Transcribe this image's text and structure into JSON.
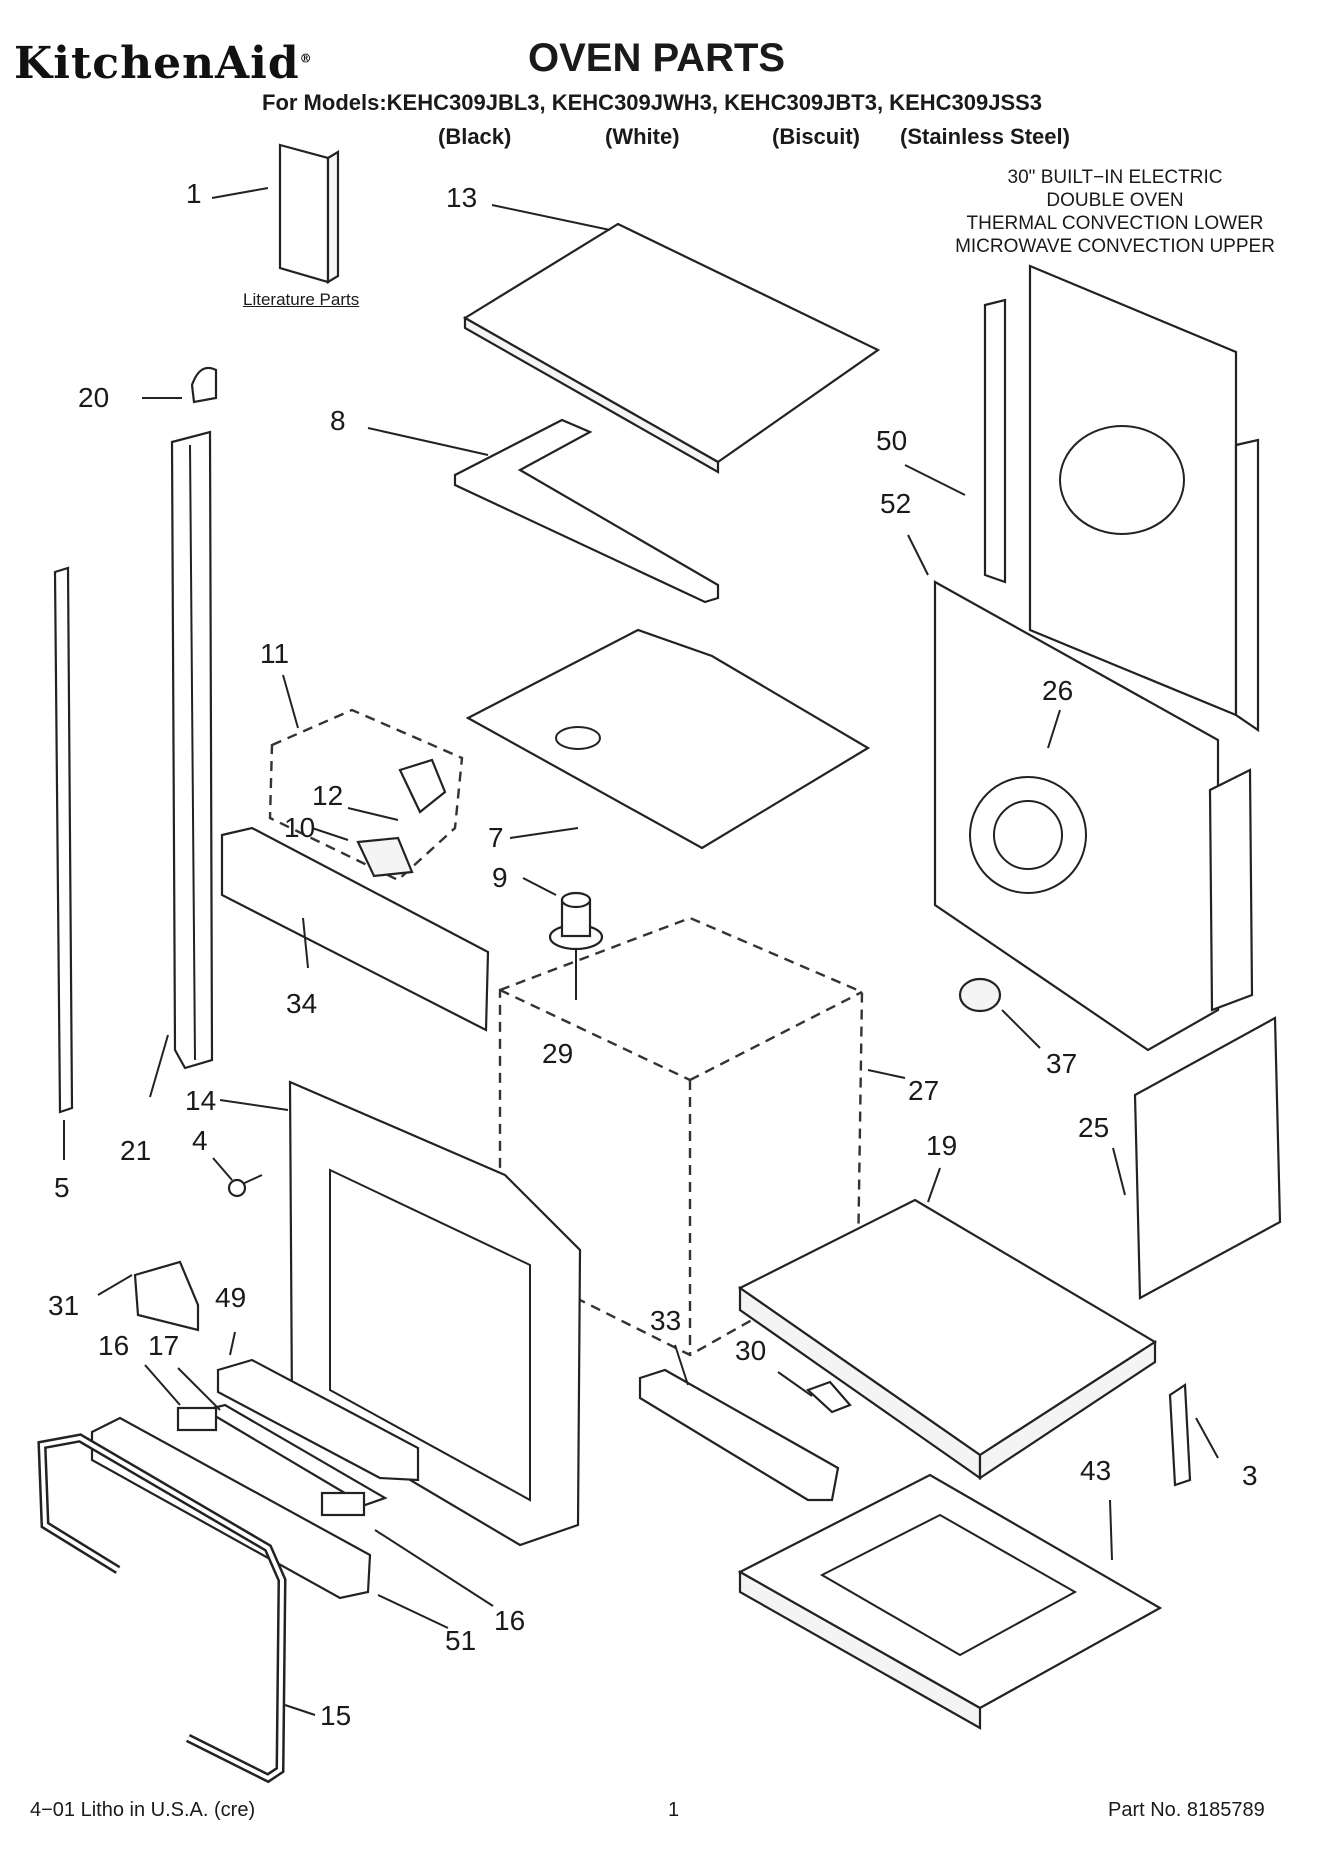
{
  "header": {
    "brand": "KitchenAid",
    "brand_mark": "®",
    "title": "OVEN PARTS",
    "models_line": "For Models:KEHC309JBL3, KEHC309JWH3, KEHC309JBT3, KEHC309JSS3",
    "colors": [
      "(Black)",
      "(White)",
      "(Biscuit)",
      "(Stainless Steel)"
    ]
  },
  "description": [
    "30\" BUILT−IN ELECTRIC",
    "DOUBLE OVEN",
    "THERMAL CONVECTION LOWER",
    "MICROWAVE CONVECTION UPPER"
  ],
  "literature_label": "Literature Parts",
  "callouts": {
    "c1": "1",
    "c13": "13",
    "c20": "20",
    "c8": "8",
    "c50": "50",
    "c52": "52",
    "c11": "11",
    "c26": "26",
    "c12": "12",
    "c10": "10",
    "c7": "7",
    "c9": "9",
    "c34": "34",
    "c29": "29",
    "c27": "27",
    "c37": "37",
    "c14": "14",
    "c21": "21",
    "c4": "4",
    "c5": "5",
    "c25": "25",
    "c19": "19",
    "c31": "31",
    "c49": "49",
    "c33": "33",
    "c30": "30",
    "c16a": "16",
    "c17": "17",
    "c3": "3",
    "c43": "43",
    "c51": "51",
    "c16b": "16",
    "c15": "15"
  },
  "footer": {
    "litho": "4−01 Litho in U.S.A. (cre)",
    "page": "1",
    "part_no": "Part No. 8185789"
  }
}
